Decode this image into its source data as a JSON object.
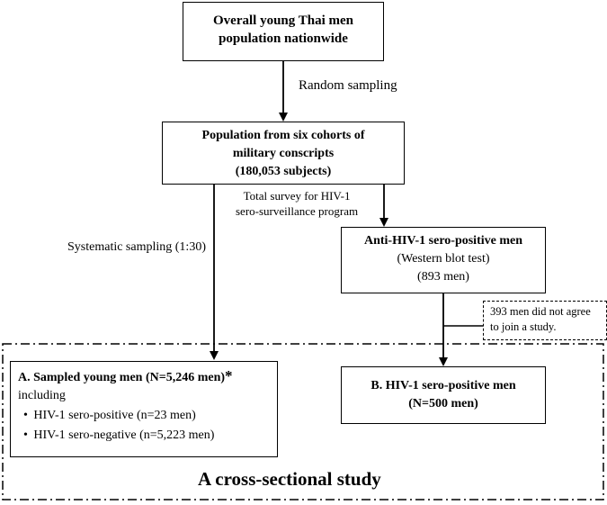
{
  "boxes": {
    "population": {
      "line1": "Overall young Thai men",
      "line2": "population nationwide"
    },
    "cohorts": {
      "line1": "Population from six cohorts of",
      "line2": "military conscripts",
      "line3": "(180,053 subjects)"
    },
    "antihiv": {
      "line1": "Anti-HIV-1 sero-positive men",
      "line2": "(Western blot test)",
      "line3": "(893 men)"
    },
    "refused": {
      "line1": "393 men did not agree",
      "line2": "to join a study."
    },
    "sampled": {
      "title": "A. Sampled young men (N=5,246 men)",
      "asterisk": "*",
      "including": "including",
      "items": [
        "HIV-1 sero-positive (n=23 men)",
        "HIV-1 sero-negative (n=5,223 men)"
      ]
    },
    "seropositive": {
      "line1": "B.  HIV-1 sero-positive men",
      "line2": "(N=500 men)"
    }
  },
  "labels": {
    "random": "Random sampling",
    "total_survey_1": "Total survey for HIV-1",
    "total_survey_2": "sero-surveillance program",
    "systematic": "Systematic sampling (1:30)"
  },
  "study_label": "A cross-sectional study",
  "bullet": "•"
}
